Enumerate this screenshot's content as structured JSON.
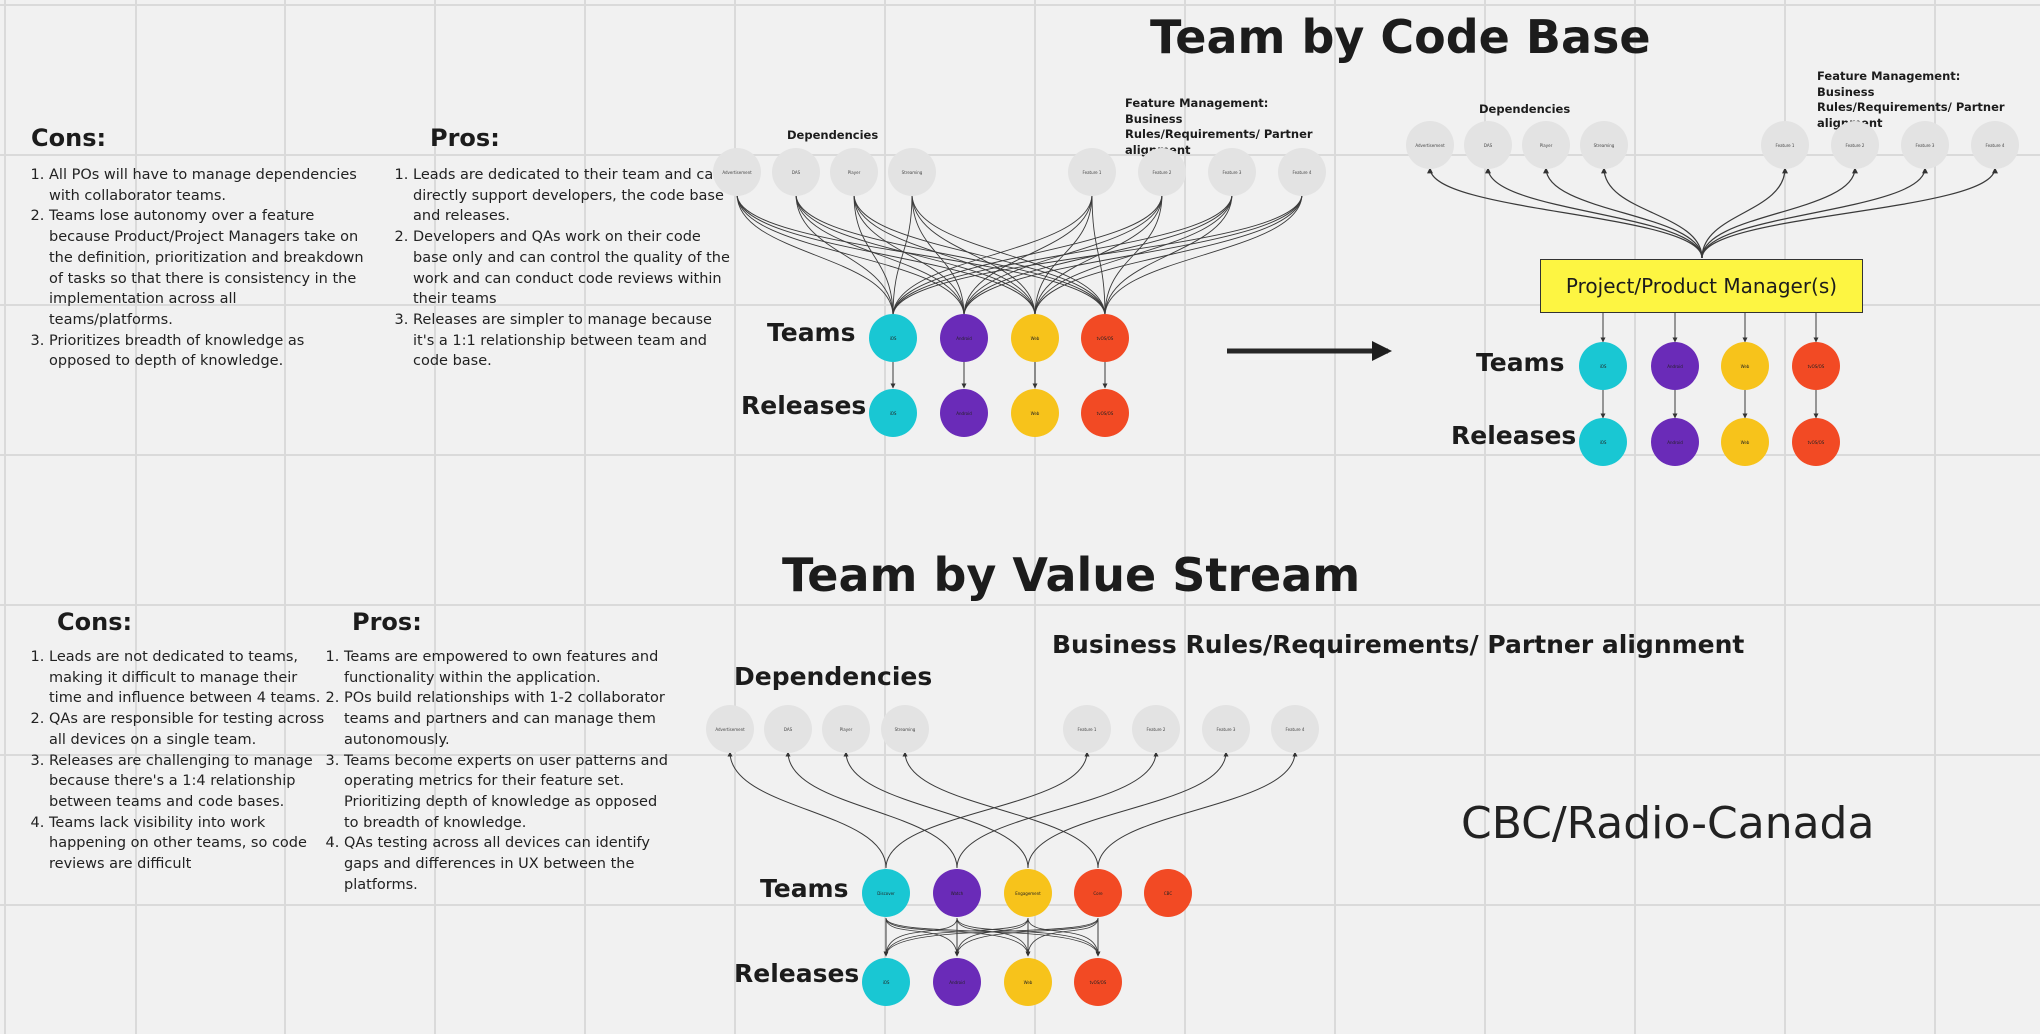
{
  "colors": {
    "background": "#f1f1f1",
    "grid": "#dadada",
    "node_grey": "#e3e3e3",
    "team_cyan": "#19c7d3",
    "team_purple": "#6a2bb8",
    "team_yellow": "#f7c31b",
    "team_red": "#f24a24",
    "pm_box": "#fdf542"
  },
  "code_base": {
    "title": "Team by Code Base",
    "cons_heading": "Cons:",
    "cons": [
      "All POs will have to manage dependencies with collaborator teams.",
      "Teams lose autonomy over a feature because Product/Project Managers  take on the definition, prioritization and breakdown of tasks so that there is consistency in the implementation across all teams/platforms.",
      "Prioritizes breadth of knowledge as opposed to depth of knowledge."
    ],
    "pros_heading": "Pros:",
    "pros": [
      "Leads are dedicated to their team and can directly support developers, the code base and releases.",
      "Developers and QAs work on their code base only and can control the quality of the work and can conduct code reviews within their teams",
      "Releases are simpler to manage because it's a 1:1 relationship between team and code base."
    ],
    "left_diagram": {
      "dependencies_label": "Dependencies",
      "feature_label": "Feature Management: Business Rules/Requirements/ Partner alignment",
      "dependencies": [
        "Advertisement",
        "DAS",
        "Player",
        "Streaming"
      ],
      "features": [
        "Feature 1",
        "Feature 2",
        "Feature 3",
        "Feature 4"
      ],
      "teams_label": "Teams",
      "releases_label": "Releases",
      "teams": [
        "iOS",
        "Android",
        "Web",
        "tvOS/OS"
      ],
      "releases": [
        "iOS",
        "Android",
        "Web",
        "tvOS/OS"
      ]
    },
    "right_diagram": {
      "dependencies_label": "Dependencies",
      "feature_label": "Feature Management: Business Rules/Requirements/ Partner alignment",
      "dependencies": [
        "Advertisement",
        "DAS",
        "Player",
        "Streaming"
      ],
      "features": [
        "Feature 1",
        "Feature 2",
        "Feature 3",
        "Feature 4"
      ],
      "manager_label": "Project/Product Manager(s)",
      "teams_label": "Teams",
      "releases_label": "Releases",
      "teams": [
        "iOS",
        "Android",
        "Web",
        "tvOS/OS"
      ],
      "releases": [
        "iOS",
        "Android",
        "Web",
        "tvOS/OS"
      ]
    }
  },
  "value_stream": {
    "title": "Team by Value Stream",
    "cons_heading": "Cons:",
    "cons": [
      "Leads are not dedicated to teams, making it difficult to manage their time and influence between 4 teams.",
      "QAs are responsible for testing across all devices on a single team.",
      "Releases are challenging to manage because there's a 1:4 relationship between teams and code bases.",
      "Teams lack visibility into work happening on other teams, so code reviews are difficult"
    ],
    "pros_heading": "Pros:",
    "pros": [
      "Teams are empowered to own features and functionality within the application.",
      "POs build relationships with 1-2 collaborator teams and partners and can manage them autonomously.",
      "Teams become experts on user patterns and operating metrics for their feature set. Prioritizing depth of knowledge as opposed to breadth of knowledge.",
      "QAs testing across all devices can identify gaps and differences in UX between the platforms."
    ],
    "diagram": {
      "dependencies_label": "Dependencies",
      "feature_label": "Business Rules/Requirements/ Partner alignment",
      "dependencies": [
        "Advertisement",
        "DAS",
        "Player",
        "Streaming"
      ],
      "features": [
        "Feature 1",
        "Feature 2",
        "Feature 3",
        "Feature 4"
      ],
      "teams_label": "Teams",
      "releases_label": "Releases",
      "teams": [
        "Discover",
        "Watch",
        "Engagement",
        "Core",
        "CBC"
      ],
      "releases": [
        "iOS",
        "Android",
        "Web",
        "tvOS/OS"
      ]
    }
  },
  "brand": "CBC/Radio-Canada"
}
